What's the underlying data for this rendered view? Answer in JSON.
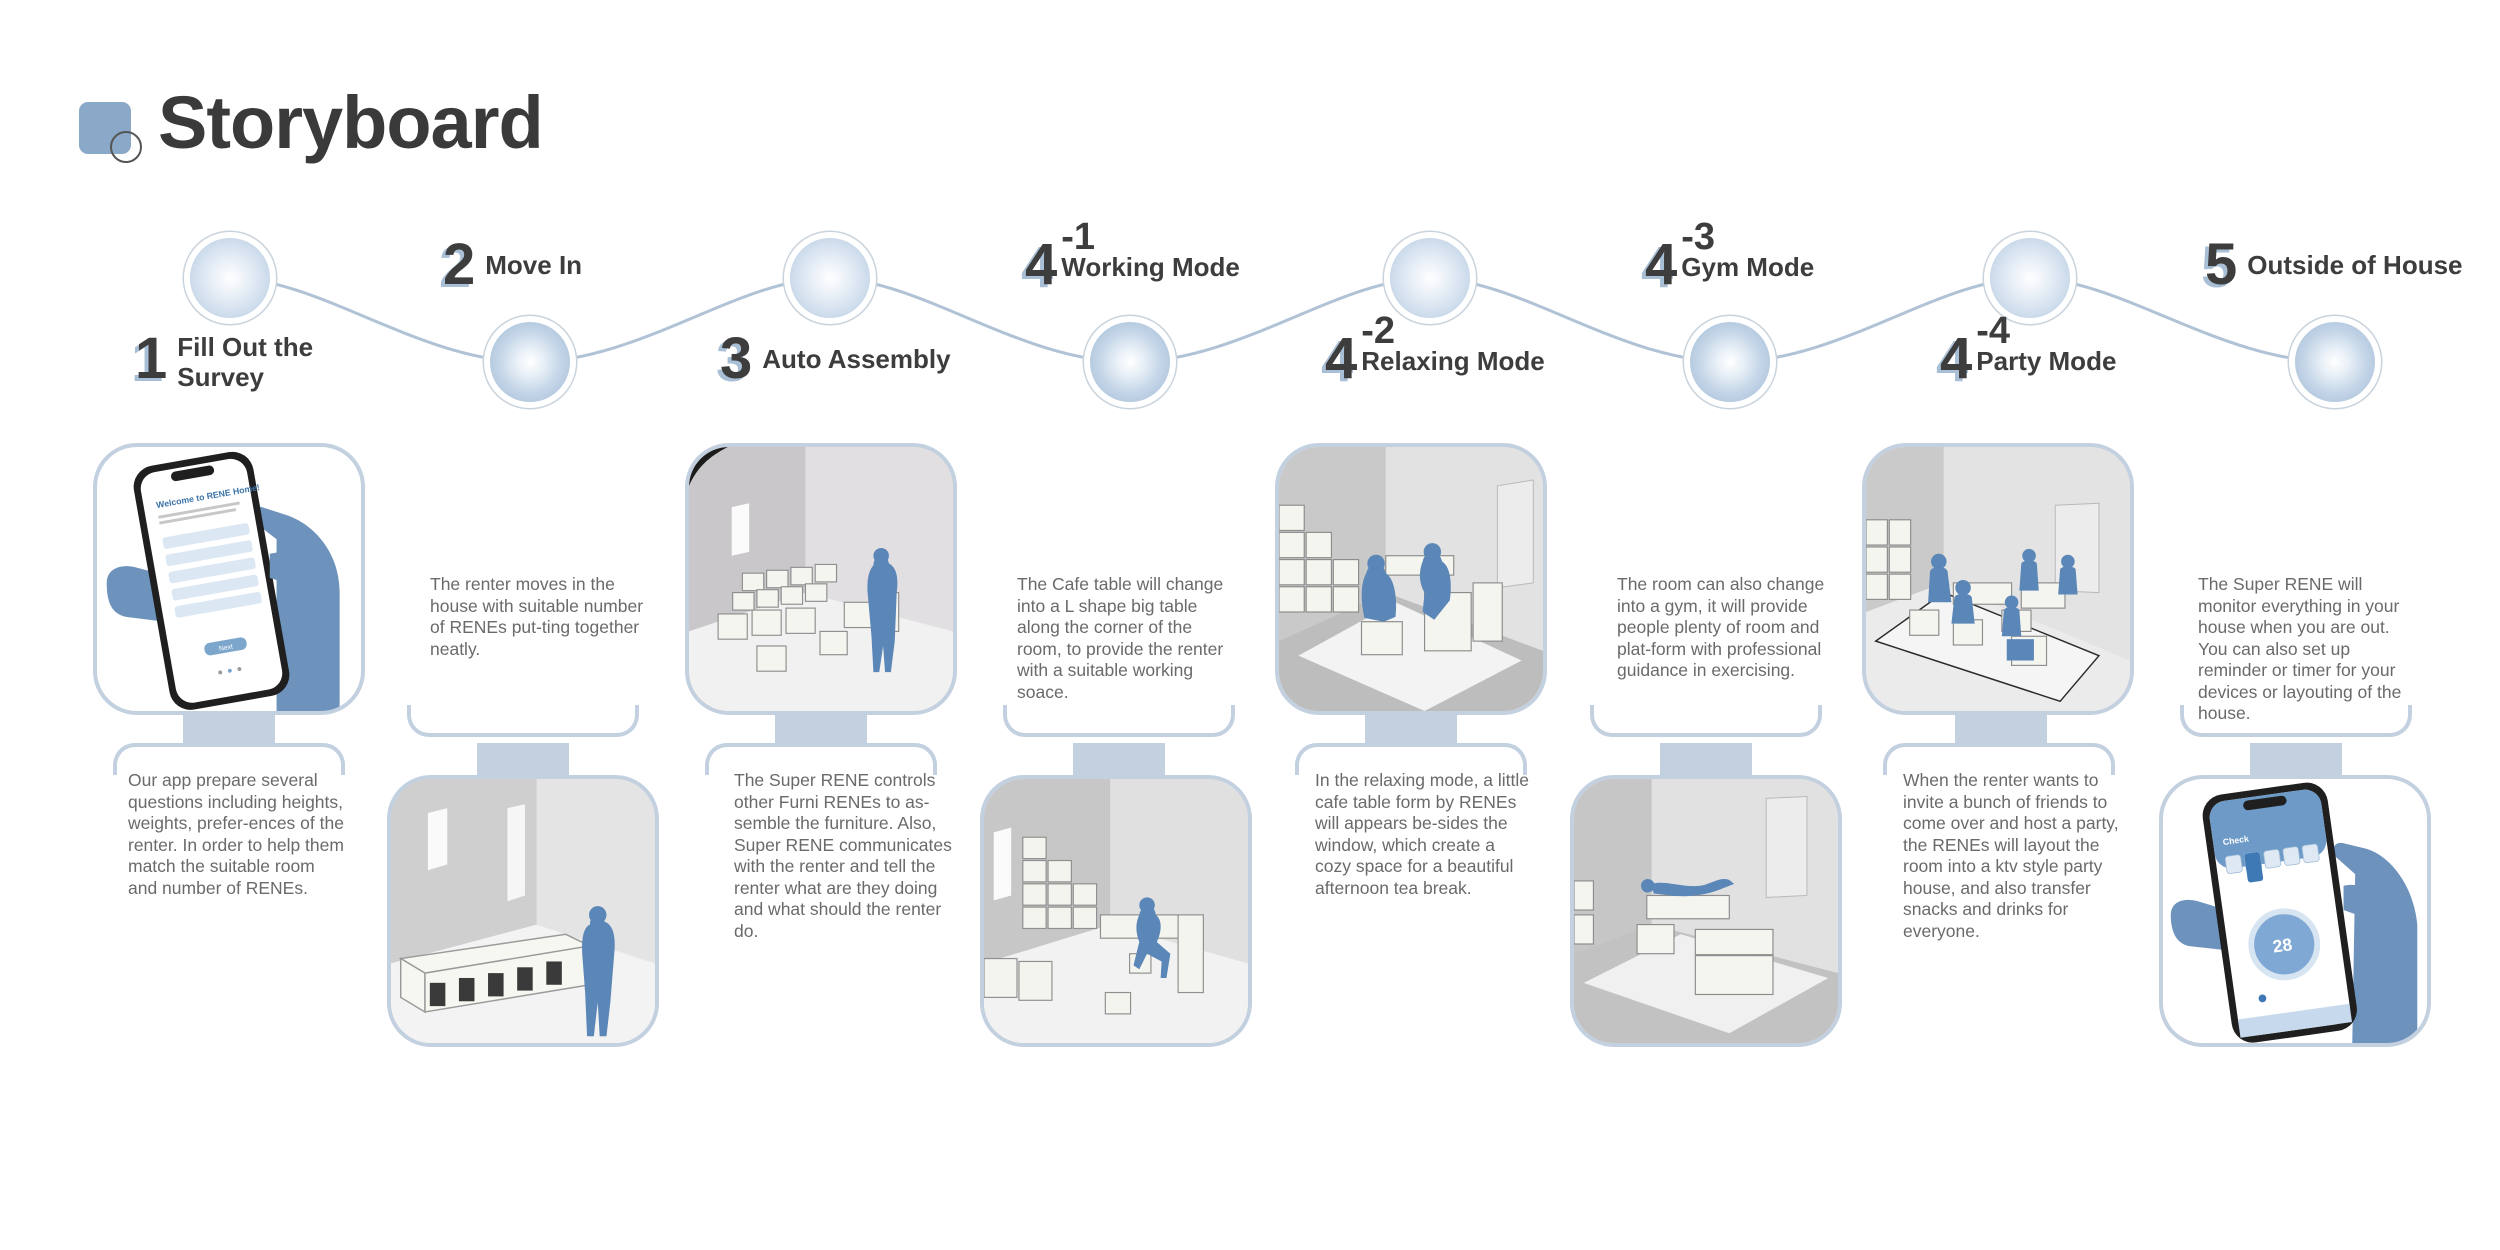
{
  "header": {
    "title": "Storyboard"
  },
  "steps": [
    {
      "num": "1",
      "sup": "",
      "label_line1": "Fill Out the",
      "label_line2": "Survey",
      "description": "Our app prepare several questions including heights, weights, prefer-ences of the renter. In order to help them match the suitable room and number of RENEs."
    },
    {
      "num": "2",
      "sup": "",
      "label_line1": "Move In",
      "label_line2": "",
      "description": "The renter moves in the house with suitable number of RENEs put-ting together neatly."
    },
    {
      "num": "3",
      "sup": "",
      "label_line1": "Auto Assembly",
      "label_line2": "",
      "description": "The Super RENE controls other Furni RENEs to as-semble the furniture. Also, Super RENE communicates with the renter and tell the renter what are they doing and what should the renter do."
    },
    {
      "num": "4",
      "sup": "-1",
      "label_line1": "Working Mode",
      "label_line2": "",
      "description": "The Cafe table will change into a L shape big table along the corner of the room, to provide the renter with a suitable working soace."
    },
    {
      "num": "4",
      "sup": "-2",
      "label_line1": "Relaxing Mode",
      "label_line2": "",
      "description": "In the relaxing mode, a little cafe table form by RENEs will appears be-sides the window, which create a cozy space for a beautiful afternoon tea break."
    },
    {
      "num": "4",
      "sup": "-3",
      "label_line1": "Gym Mode",
      "label_line2": "",
      "description": "The room can also change into a gym, it will provide people plenty of room and plat-form with professional guidance in exercising."
    },
    {
      "num": "4",
      "sup": "-4",
      "label_line1": "Party Mode",
      "label_line2": "",
      "description": "When the renter wants to invite a bunch of friends to come over and host a party, the RENEs will layout the room into a ktv style party house, and also transfer snacks and drinks for everyone."
    },
    {
      "num": "5",
      "sup": "",
      "label_line1": "Outside of House",
      "label_line2": "",
      "description": "The Super RENE will monitor everything in your house when you are out. You can also set up reminder or timer for your devices or layouting of the house."
    }
  ],
  "phone_screens": {
    "survey_heading": "Welcome to RENE Home!",
    "survey_button": "Next",
    "monitor_heading": "Check",
    "monitor_temp": "28"
  },
  "colors": {
    "accent": "#8aa9c9",
    "frame": "#c3d0e0",
    "figure": "#5b87b8"
  }
}
